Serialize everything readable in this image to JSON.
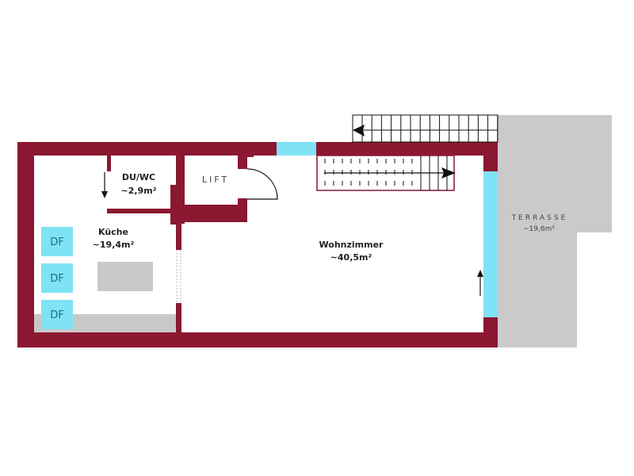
{
  "colors": {
    "wall": "#8b1730",
    "window": "#7fe2f5",
    "terrace": "#cacaca",
    "fixture": "#c8c8c8"
  },
  "rooms": {
    "bath": {
      "name": "DU/WC",
      "area": "~2,9m²"
    },
    "lift": {
      "name": "LIFT"
    },
    "kitchen": {
      "name": "Küche",
      "area": "~19,4m²"
    },
    "living": {
      "name": "Wohnzimmer",
      "area": "~40,5m²"
    },
    "terrace": {
      "name": "TERRASSE",
      "area": "~19,6m²"
    }
  },
  "skylights": [
    "DF",
    "DF",
    "DF"
  ]
}
